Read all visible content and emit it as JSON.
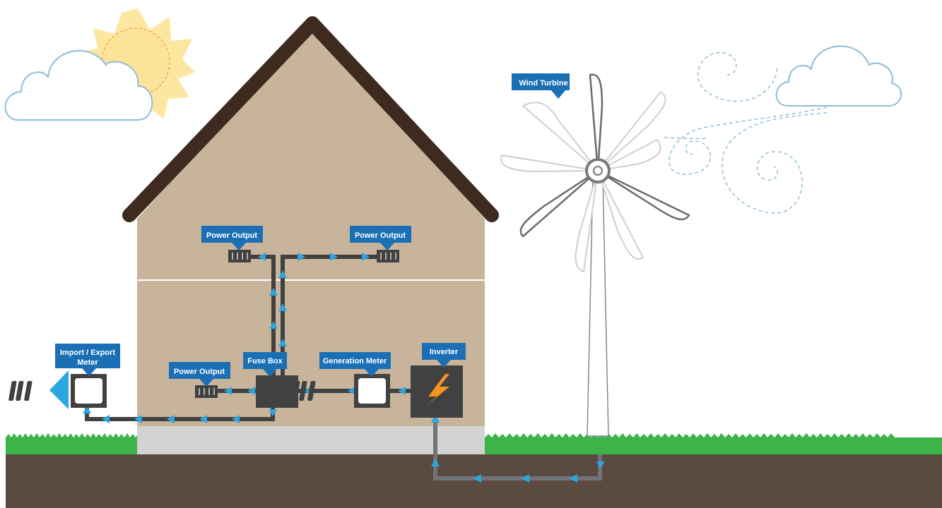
{
  "labels": {
    "wind_turbine": "Wind Turbine",
    "power_output_top_left": "Power Output",
    "power_output_top_right": "Power Output",
    "power_output_bottom": "Power Output",
    "import_export_meter_line1": "Import / Export",
    "import_export_meter_line2": "Meter",
    "fuse_box": "Fuse Box",
    "generation_meter": "Generation Meter",
    "inverter": "Inverter"
  },
  "icons": {
    "sun": "sun-icon",
    "clouds": "cloud-icon",
    "wind": "wind-swirl-icon",
    "lightning": "lightning-bolt-icon",
    "meter": "meter-icon",
    "socket": "socket-icon",
    "flow_arrow": "flow-arrow-icon"
  },
  "colors": {
    "tag_blue": "#1b6fb5",
    "flow_arrow": "#2aa6e0",
    "wire_dark": "#414141",
    "wire_grey": "#707478",
    "house_wall": "#c8b49a",
    "roof": "#3e2a1f",
    "grass": "#3cb44a",
    "soil": "#5a4a40",
    "foundation": "#d3d3d3",
    "sun": "#fde7a0",
    "cloud_stroke": "#8dbdd8",
    "lightning": "#f7941d"
  }
}
